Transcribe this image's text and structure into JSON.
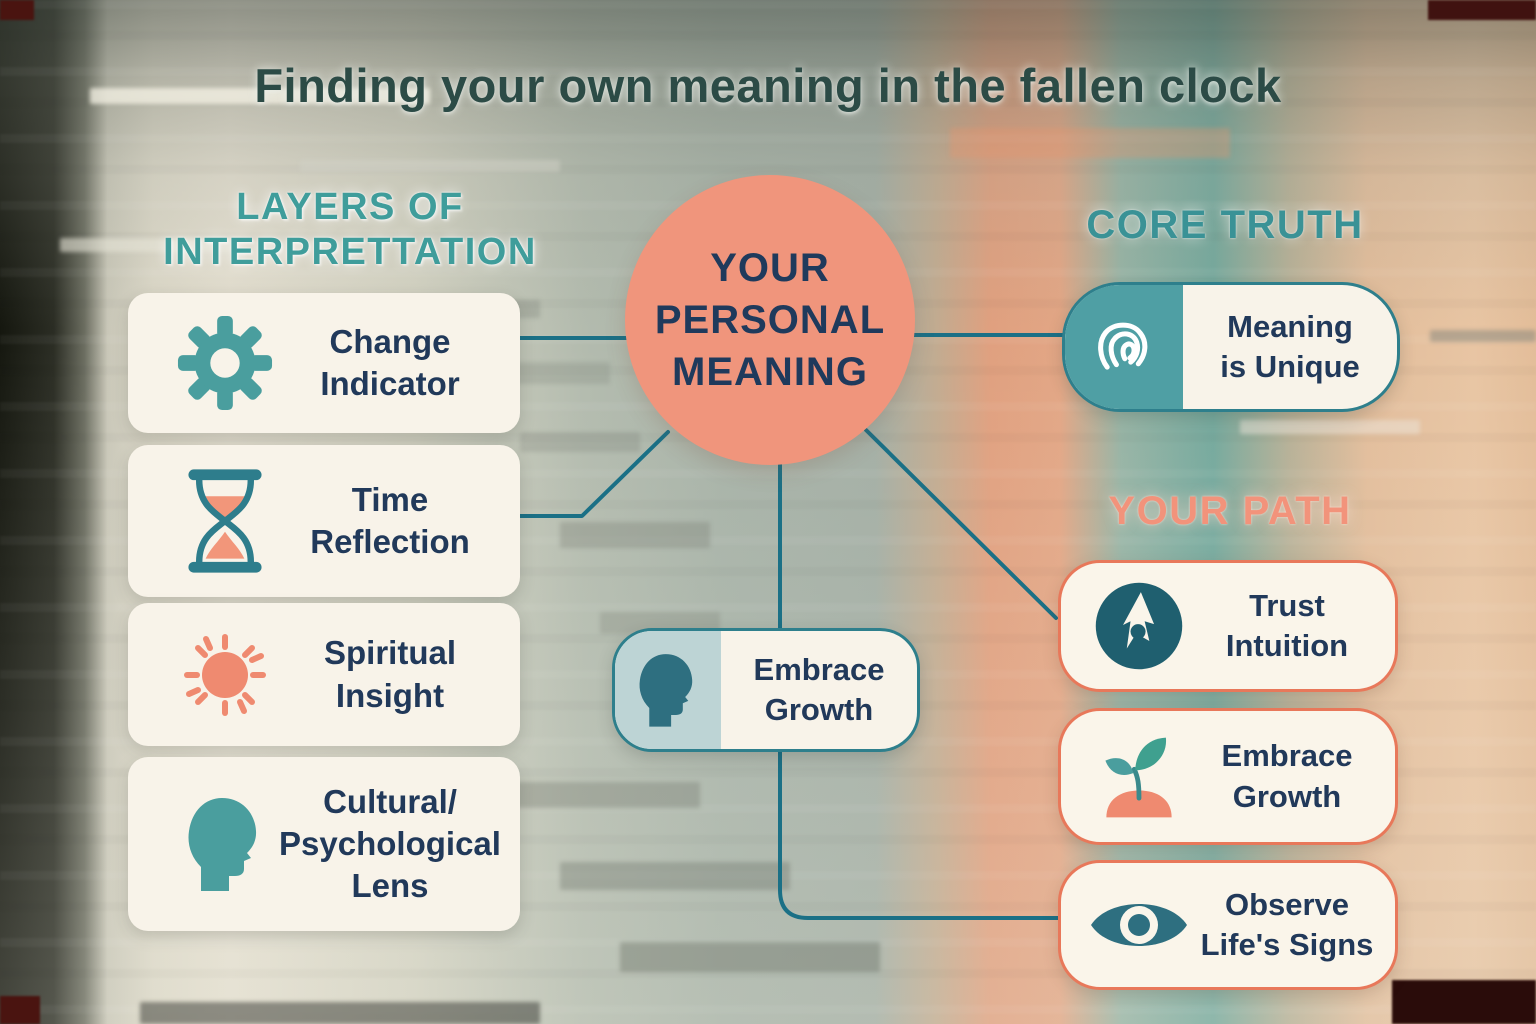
{
  "title": "Finding your own meaning in the fallen clock",
  "left_section": {
    "heading": "LAYERS OF\nINTERPRETTATION",
    "cards": [
      {
        "label": "Change\nIndicator",
        "icon": "gear"
      },
      {
        "label": "Time\nReflection",
        "icon": "hourglass"
      },
      {
        "label": "Spiritual\nInsight",
        "icon": "sun"
      },
      {
        "label": "Cultural/\nPsychological\nLens",
        "icon": "head-profile"
      }
    ]
  },
  "center": {
    "label": "YOUR\nPERSONAL\nMEANING"
  },
  "center_card": {
    "label": "Embrace\nGrowth",
    "icon": "head-profile"
  },
  "core_truth": {
    "heading": "CORE TRUTH",
    "card": {
      "label": "Meaning\nis Unique",
      "icon": "fingerprint"
    }
  },
  "your_path": {
    "heading": "YOUR PATH",
    "cards": [
      {
        "label": "Trust\nIntuition",
        "icon": "compass-arrow"
      },
      {
        "label": "Embrace\nGrowth",
        "icon": "sprout"
      },
      {
        "label": "Observe\nLife's Signs",
        "icon": "eye"
      }
    ]
  },
  "colors": {
    "teal_accent": "#3f9d9b",
    "teal_dark": "#1f5f6f",
    "line_teal": "#1b7086",
    "coral": "#f0957c",
    "coral_border": "#e8785a",
    "navy_text": "#21395a",
    "cream_card": "#f8f3e9",
    "title_green": "#2c4b46"
  }
}
